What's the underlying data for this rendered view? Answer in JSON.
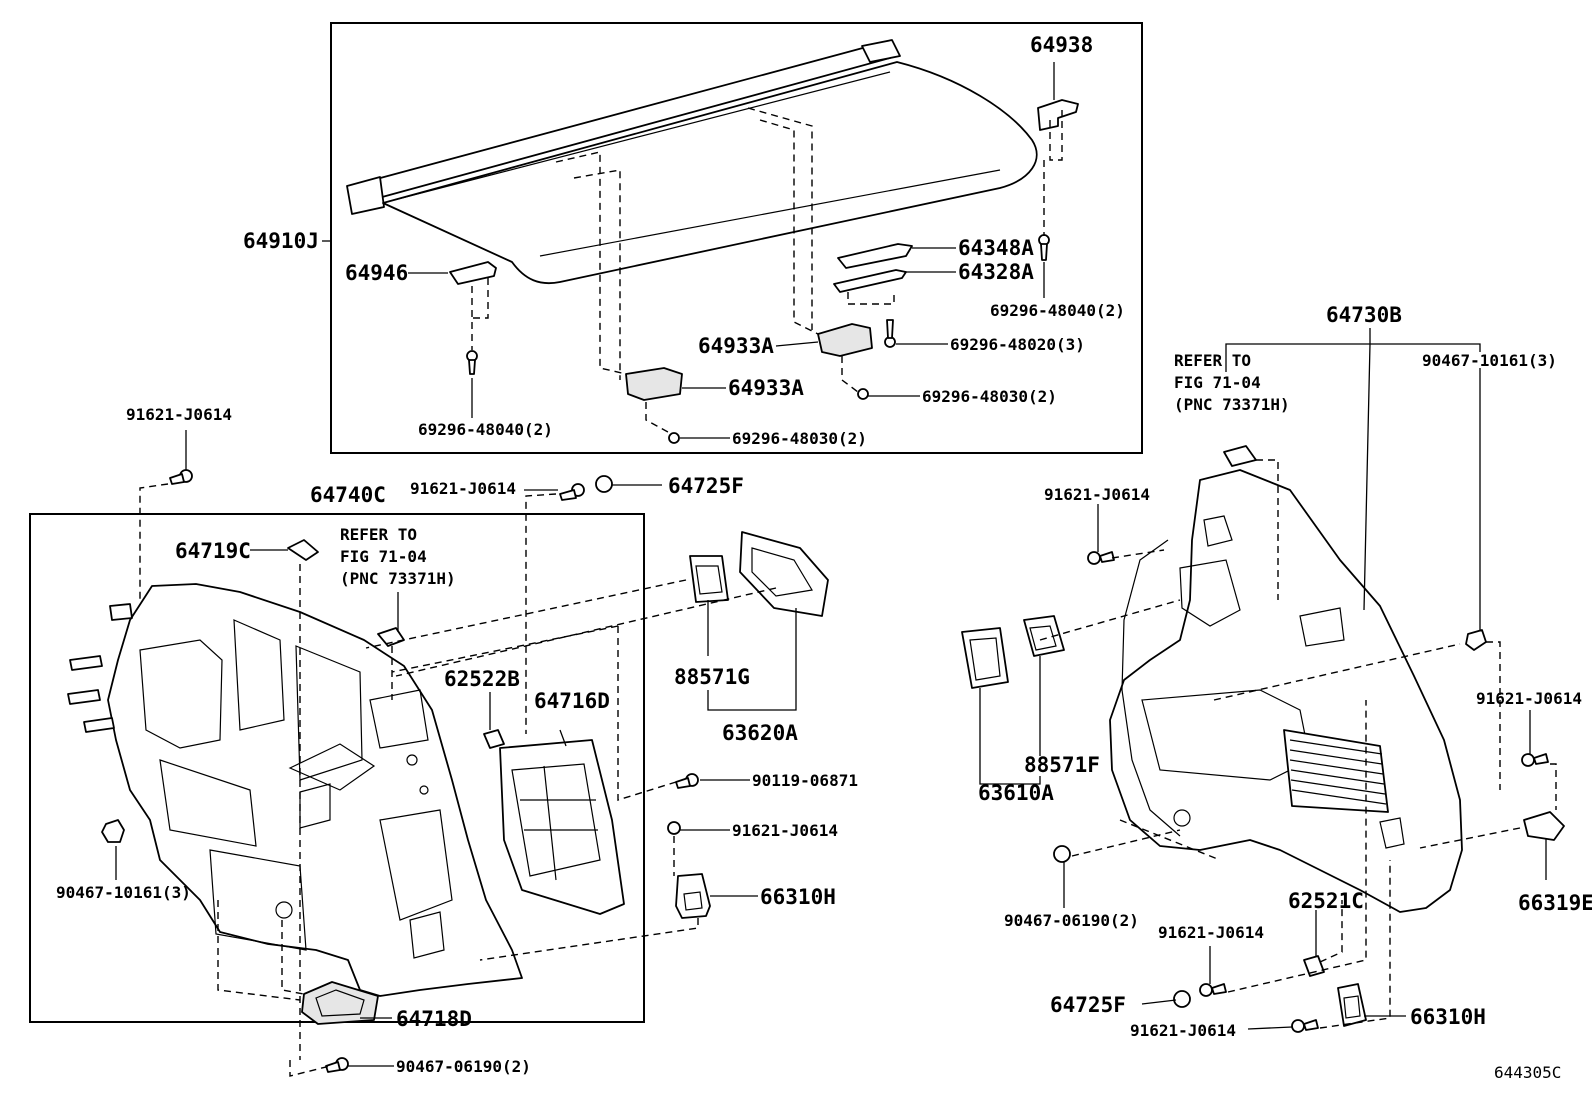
{
  "figure": {
    "code": "644305C",
    "labels": {
      "l64938": "64938",
      "l64910J": "64910J",
      "l64946": "64946",
      "l64348A": "64348A",
      "l64328A": "64328A",
      "l69296_48040_a": "69296-48040(2)",
      "l64933A_a": "64933A",
      "l69296_48020": "69296-48020(3)",
      "l64933A_b": "64933A",
      "l69296_48030_a": "69296-48030(2)",
      "l69296_48040_b": "69296-48040(2)",
      "l69296_48030_b": "69296-48030(2)",
      "l64730B": "64730B",
      "refer_r1": "REFER TO",
      "refer_r2": "FIG 71-04",
      "refer_r3": "(PNC 73371H)",
      "l90467_10161_r": "90467-10161(3)",
      "l91621_J0614_tl": "91621-J0614",
      "l64740C": "64740C",
      "l91621_J0614_mid": "91621-J0614",
      "l64725F_top": "64725F",
      "l64719C": "64719C",
      "refer_l1": "REFER TO",
      "refer_l2": "FIG 71-04",
      "refer_l3": "(PNC 73371H)",
      "l62522B": "62522B",
      "l64716D": "64716D",
      "l88571G": "88571G",
      "l63620A": "63620A",
      "l90119_06871": "90119-06871",
      "l91621_J0614_m2": "91621-J0614",
      "l66310H_mid": "66310H",
      "l90467_10161_l": "90467-10161(3)",
      "l64718D": "64718D",
      "l90467_06190_bl": "90467-06190(2)",
      "l91621_J0614_r1": "91621-J0614",
      "l88571F": "88571F",
      "l63610A": "63610A",
      "l91621_J0614_r2": "91621-J0614",
      "l66319E": "66319E",
      "l90467_06190_r": "90467-06190(2)",
      "l62521C": "62521C",
      "l91621_J0614_r3": "91621-J0614",
      "l64725F_bot": "64725F",
      "l91621_J0614_r4": "91621-J0614",
      "l66310H_bot": "66310H"
    }
  }
}
